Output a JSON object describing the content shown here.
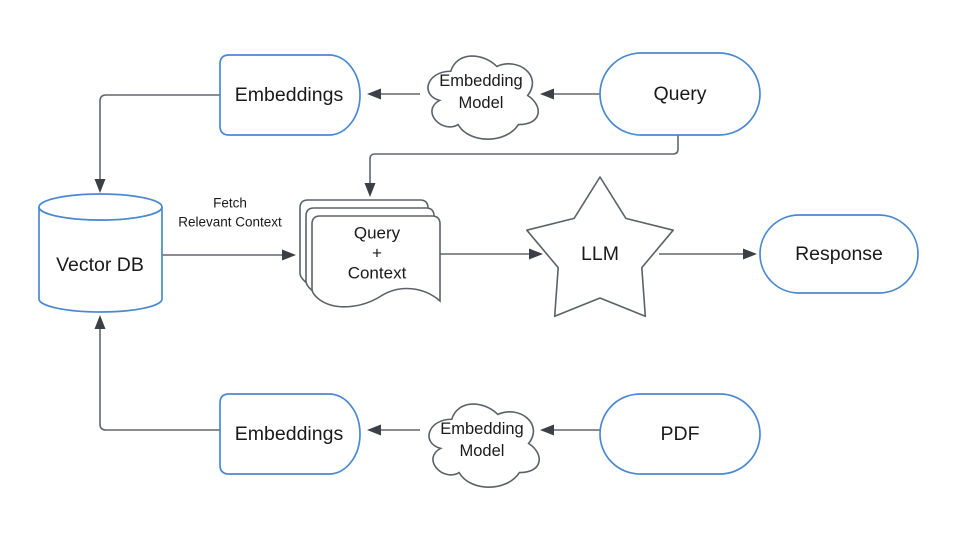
{
  "colors": {
    "accent_blue": "#4a89d0",
    "outline_gray": "#5d6167",
    "connector_gray": "#63676d",
    "arrowhead": "#3b4046",
    "text": "#1a1a1a",
    "background": "#ffffff"
  },
  "nodes": {
    "embeddings_top": {
      "label": "Embeddings"
    },
    "embedding_model_top": {
      "line1": "Embedding",
      "line2": "Model"
    },
    "query": {
      "label": "Query"
    },
    "vector_db": {
      "label": "Vector DB"
    },
    "query_context": {
      "line1": "Query",
      "line2": "+",
      "line3": "Context"
    },
    "llm": {
      "label": "LLM"
    },
    "response": {
      "label": "Response"
    },
    "embeddings_bottom": {
      "label": "Embeddings"
    },
    "embedding_model_bottom": {
      "line1": "Embedding",
      "line2": "Model"
    },
    "pdf": {
      "label": "PDF"
    }
  },
  "edge_labels": {
    "fetch": {
      "line1": "Fetch",
      "line2": "Relevant Context"
    }
  }
}
